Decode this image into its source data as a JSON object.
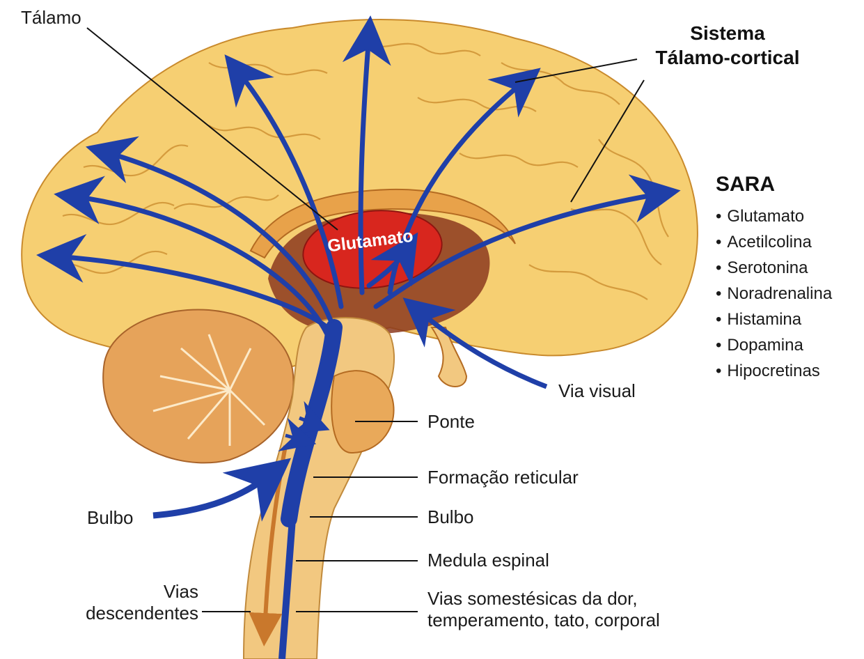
{
  "labels": {
    "talamo": "Tálamo",
    "sistema_line1": "Sistema",
    "sistema_line2": "Tálamo-cortical",
    "glutamato_center": "Glutamato",
    "via_visual": "Via visual",
    "ponte": "Ponte",
    "formacao_reticular": "Formação reticular",
    "bulbo_right": "Bulbo",
    "bulbo_left": "Bulbo",
    "medula_espinal": "Medula espinal",
    "vias_descendentes_line1": "Vias",
    "vias_descendentes_line2": "descendentes",
    "vias_somestesicas_line1": "Vias somestésicas da dor,",
    "vias_somestesicas_line2": "temperamento, tato, corporal"
  },
  "sara": {
    "title": "SARA",
    "items": [
      "Glutamato",
      "Acetilcolina",
      "Serotonina",
      "Noradrenalina",
      "Histamina",
      "Dopamina",
      "Hipocretinas"
    ]
  },
  "colors": {
    "cortex_fill": "#f6cf72",
    "cortex_light": "#fbe6a8",
    "gyri_line": "#c98a2c",
    "thalamus": "#d8261e",
    "pathway_blue": "#1f3fa8",
    "brainstem": "#f2c880",
    "descending_orange": "#c9782c"
  }
}
